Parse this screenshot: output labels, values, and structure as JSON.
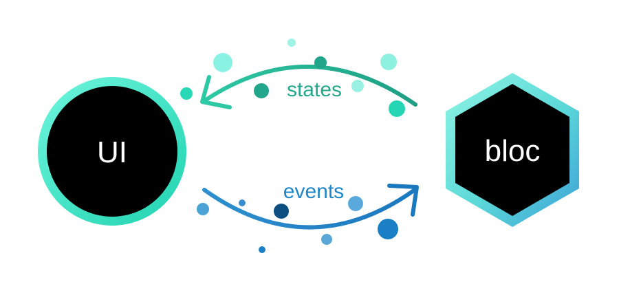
{
  "nodes": {
    "ui": {
      "label": "UI"
    },
    "bloc": {
      "label": "bloc"
    }
  },
  "flows": {
    "states": {
      "label": "states"
    },
    "events": {
      "label": "events"
    }
  },
  "colors": {
    "node_fill": "#000000",
    "node_label": "#ffffff",
    "ui_ring_inner": "#2ed7b8",
    "ui_ring_outer": "#5ff0d6",
    "bloc_ring_light": "#7ff2e0",
    "bloc_ring_dark": "#3aa8d6",
    "states_arrow": "#23a88c",
    "states_label": "#23a88c",
    "events_arrow": "#1f86c7",
    "events_label": "#1f86c7"
  }
}
